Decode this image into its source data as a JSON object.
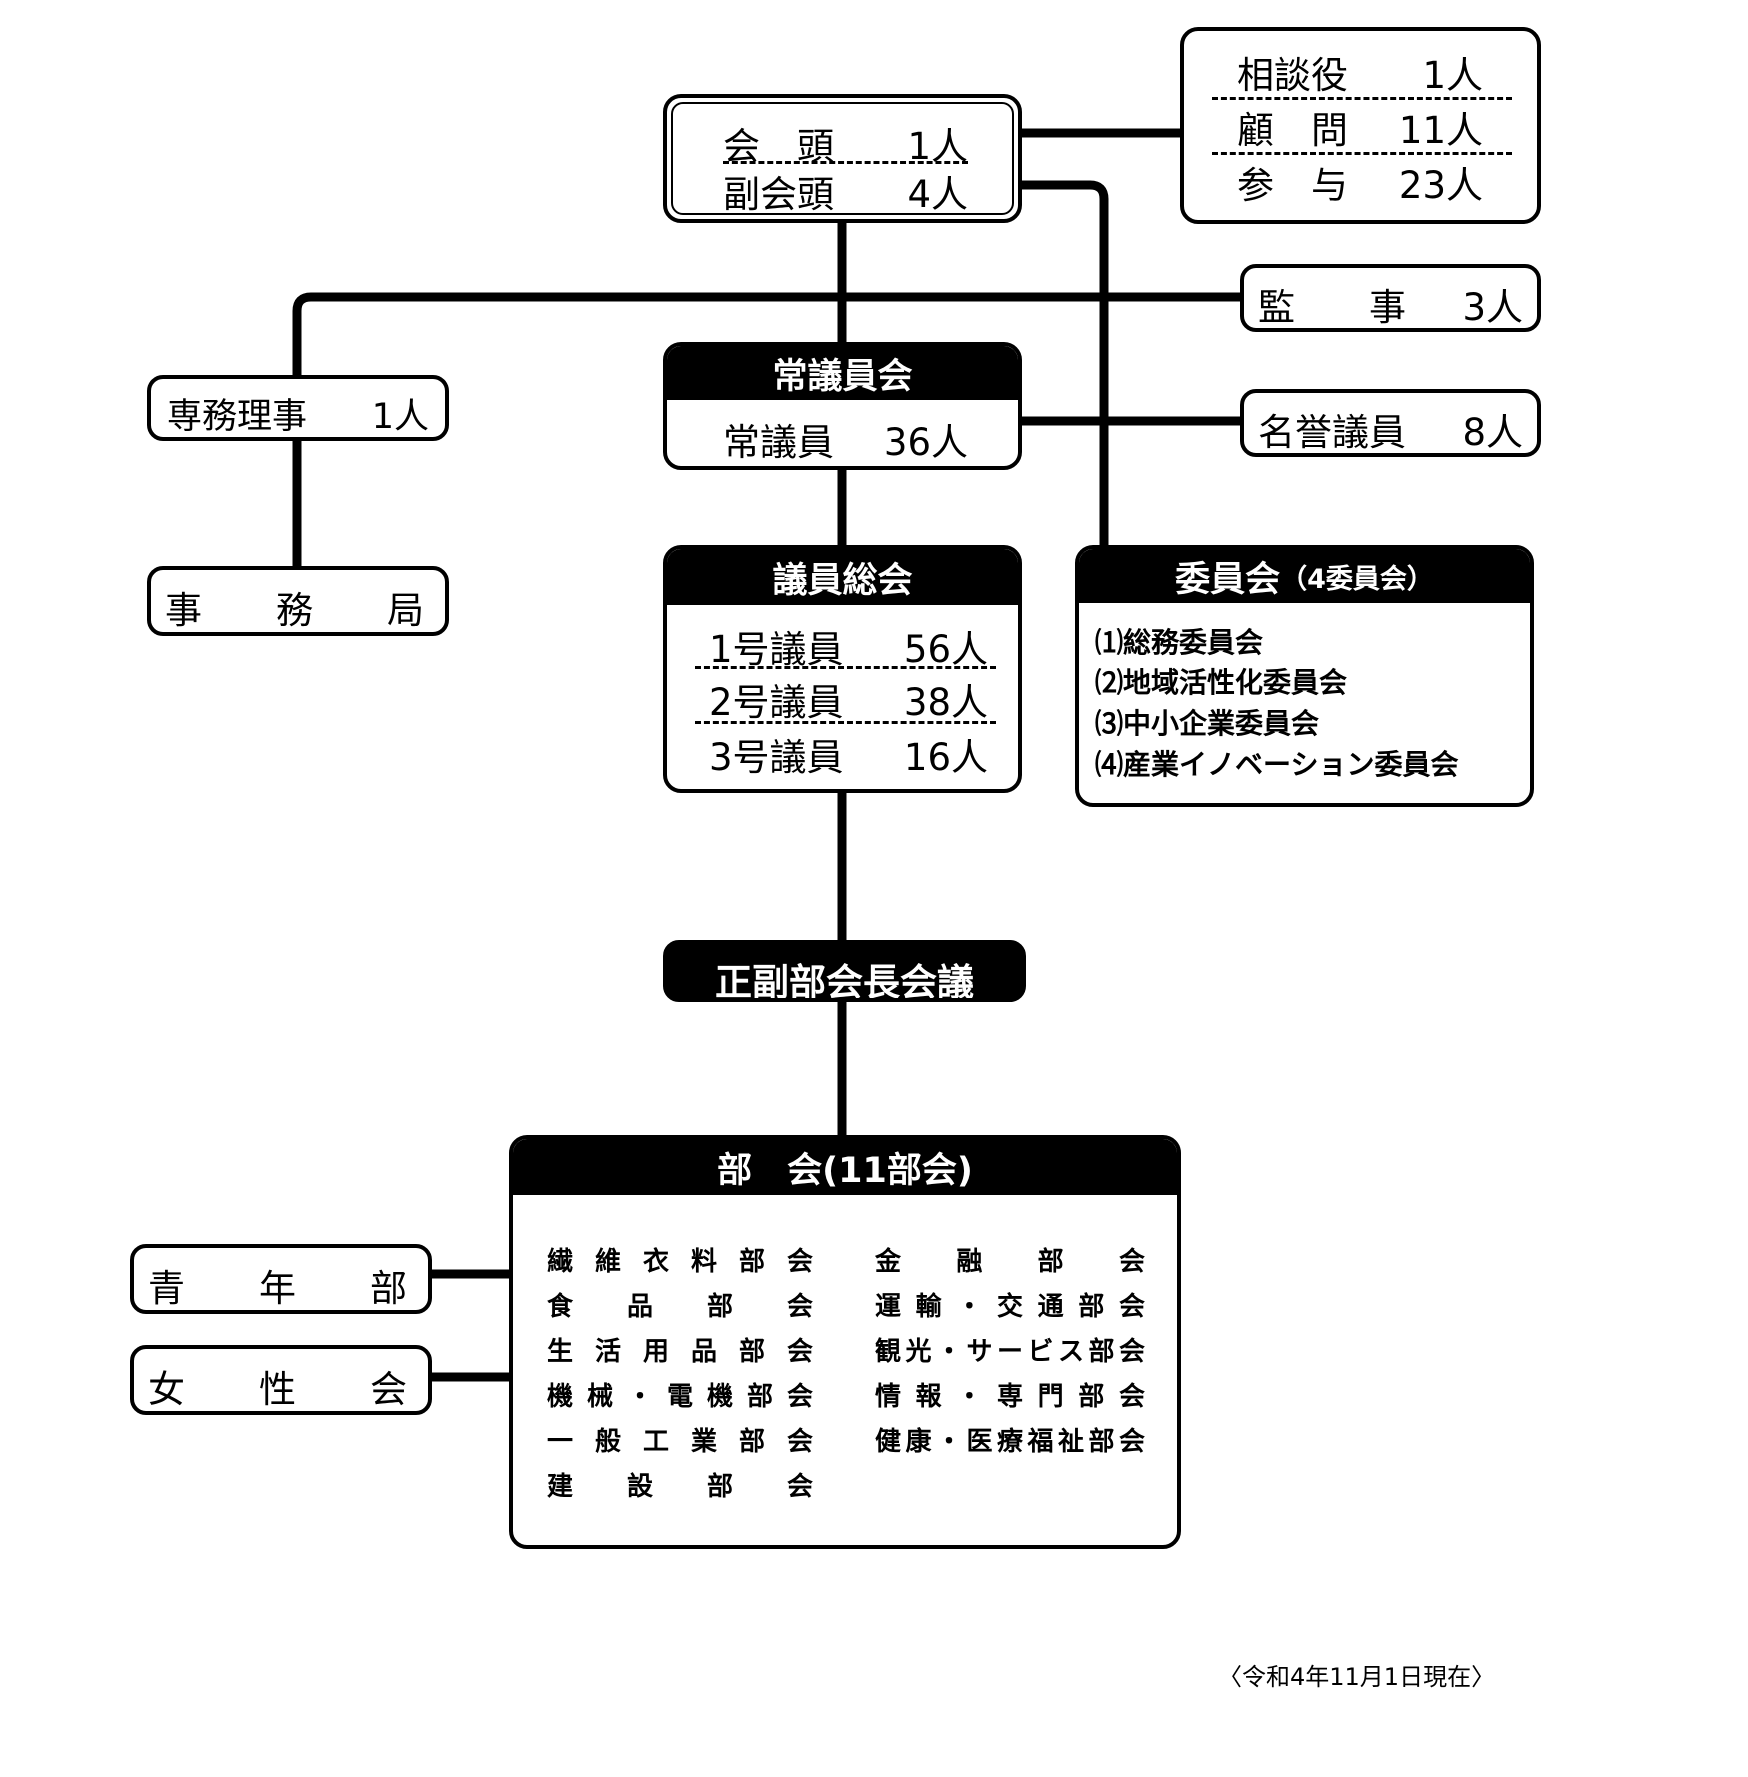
{
  "executives": {
    "row1": {
      "title": "会　頭",
      "count": "1人"
    },
    "row2": {
      "title": "副会頭",
      "count": "4人"
    }
  },
  "advisors": [
    {
      "title": "相談役",
      "count": "1人"
    },
    {
      "title": "顧　問",
      "count": "11人"
    },
    {
      "title": "参　与",
      "count": "23人"
    }
  ],
  "auditor": {
    "title": "監　　事",
    "count": "3人"
  },
  "standing_council": {
    "header": "常議員会",
    "title": "常議員",
    "count": "36人"
  },
  "honorary": {
    "title": "名誉議員",
    "count": "8人"
  },
  "executive_director": {
    "title": "専務理事",
    "count": "1人"
  },
  "secretariat": {
    "title": "事　　務　　局"
  },
  "general_assembly": {
    "header": "議員総会",
    "rows": [
      {
        "title": "1号議員",
        "count": "56人"
      },
      {
        "title": "2号議員",
        "count": "38人"
      },
      {
        "title": "3号議員",
        "count": "16人"
      }
    ]
  },
  "committees": {
    "header": "委員会",
    "header_sub": "（4委員会）",
    "items": [
      "⑴総務委員会",
      "⑵地域活性化委員会",
      "⑶中小企業委員会",
      "⑷産業イノベーション委員会"
    ]
  },
  "chairs_meeting": {
    "label": "正副部会長会議"
  },
  "sections": {
    "header": "部　会(11部会)",
    "left": [
      "繊維衣料部会",
      "食　品　部　会",
      "生活用品部会",
      "機械・電機部会",
      "一般工業部会",
      "建　設　部　会"
    ],
    "right": [
      "金　融　部　会",
      "運輸・交通部会",
      "観光・サービス部会",
      "情報・専門部会",
      "健康・医療福祉部会"
    ]
  },
  "youth": {
    "label": "青　　年　　部"
  },
  "women": {
    "label": "女　　性　　会"
  },
  "as_of": "〈令和4年11月1日現在〉"
}
